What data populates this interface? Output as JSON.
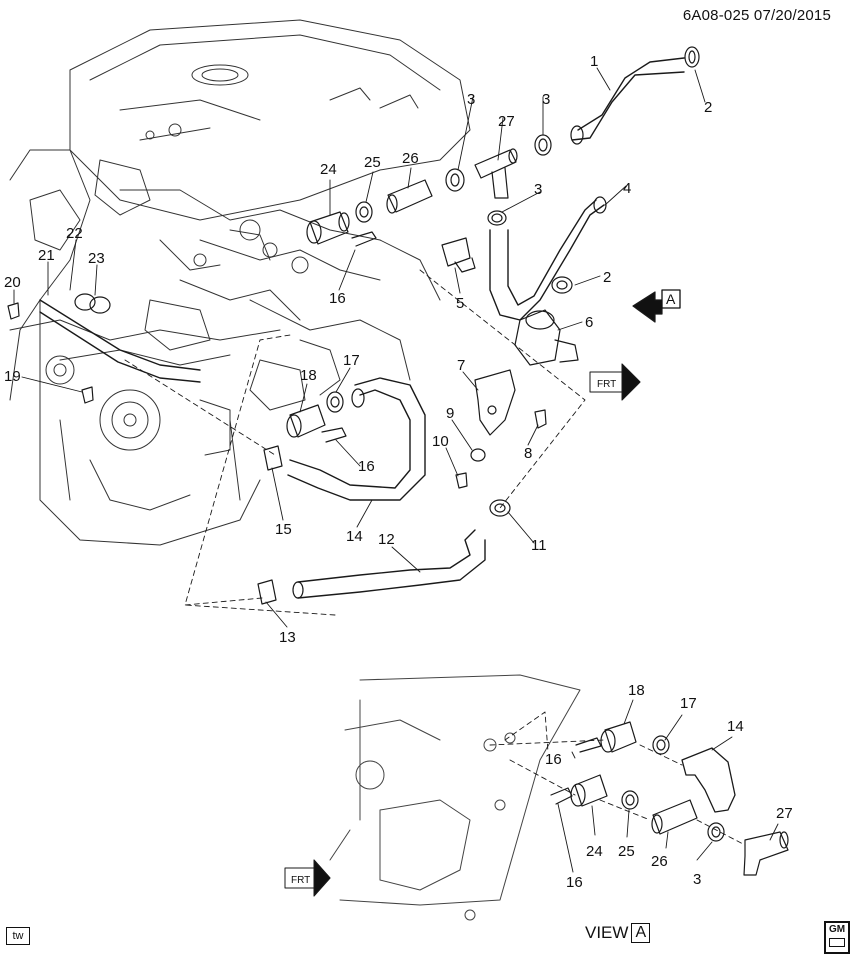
{
  "header": {
    "code": "6A08-025 07/20/2015"
  },
  "callouts": {
    "main": [
      "1",
      "2",
      "3",
      "27",
      "3",
      "4",
      "3",
      "2",
      "24",
      "25",
      "26",
      "22",
      "23",
      "21",
      "20",
      "16",
      "5",
      "6",
      "7",
      "19",
      "18",
      "17",
      "9",
      "8",
      "10",
      "16",
      "15",
      "14",
      "11",
      "12",
      "13"
    ],
    "view": [
      "18",
      "17",
      "14",
      "16",
      "24",
      "25",
      "26",
      "27",
      "16",
      "3"
    ]
  },
  "view_box": {
    "label": "VIEW",
    "letter": "A"
  },
  "arrow_a": {
    "letter": "A"
  },
  "frt": "FRT",
  "footer": {
    "tw": "tw",
    "brand": "GM"
  },
  "icons": [
    "front-direction-arrow-icon",
    "view-a-arrow-icon",
    "gm-logo-icon"
  ]
}
